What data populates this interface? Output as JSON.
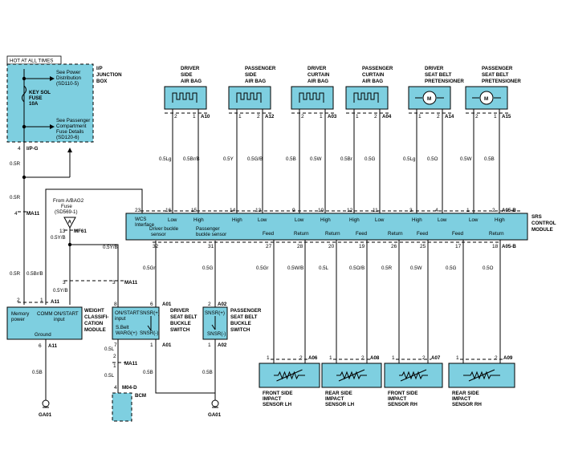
{
  "hot": "HOT AT ALL TIMES",
  "ip_box": {
    "title": [
      "I/P",
      "JUNCTION",
      "BOX"
    ],
    "note1": [
      "See Power",
      "Distribution",
      "(SD110-5)"
    ],
    "fuse": [
      "KEY SOL",
      "FUSE",
      "10A"
    ],
    "note2": [
      "See Passenger",
      "Compartment",
      "Fuse Details",
      "(SD120-6)"
    ],
    "pin": "4",
    "conn": "I/P-G"
  },
  "airbags": [
    {
      "title": [
        "DRIVER",
        "SIDE",
        "AIR BAG"
      ],
      "p1": "2",
      "p2": "1",
      "conn": "A10",
      "wl": "0.5Lg",
      "wr": "0.5Br/B",
      "pl": "16",
      "pr": "15",
      "ll": "Low",
      "lr": "High"
    },
    {
      "title": [
        "PASSENGER",
        "SIDE",
        "AIR BAG"
      ],
      "p1": "1",
      "p2": "2",
      "conn": "A12",
      "wl": "0.5Y",
      "wr": "0.5G/B",
      "pl": "14",
      "pr": "13",
      "ll": "High",
      "lr": "Low"
    },
    {
      "title": [
        "DRIVER",
        "CURTAIN",
        "AIR BAG"
      ],
      "p1": "2",
      "p2": "1",
      "conn": "A03",
      "wl": "0.5B",
      "wr": "0.5W",
      "pl": "9",
      "pr": "10",
      "ll": "Low",
      "lr": "High"
    },
    {
      "title": [
        "PASSENGER",
        "CURTAIN",
        "AIR BAG"
      ],
      "p1": "1",
      "p2": "2",
      "conn": "A04",
      "wl": "0.5Br",
      "wr": "0.5G",
      "pl": "12",
      "pr": "11",
      "ll": "High",
      "lr": "Low"
    },
    {
      "title": [
        "DRIVER",
        "SEAT BELT",
        "PRETENSIONER"
      ],
      "p1": "1",
      "p2": "2",
      "conn": "A14",
      "wl": "0.5Lg",
      "wr": "0.5O",
      "pl": "3",
      "pr": "4",
      "ll": "High",
      "lr": "Low"
    },
    {
      "title": [
        "PASSENGER",
        "SEAT BELT",
        "PRETENSIONER"
      ],
      "p1": "2",
      "p2": "1",
      "conn": "A15",
      "wl": "0.5W",
      "wr": "0.5B",
      "pl": "1",
      "pr": "2",
      "ll": "Low",
      "lr": "High"
    }
  ],
  "motor_symbol": "M",
  "srs": {
    "title": [
      "SRS",
      "CONTROL",
      "MODULE"
    ],
    "wcs": [
      "WCS",
      "Interface"
    ],
    "wcs_pin": "23",
    "top_conn": "A05-B",
    "bottom_conn": "A05-B",
    "drv_buckle": [
      "Driver buckle",
      "sensor"
    ],
    "pass_buckle": [
      "Passenger",
      "buckle sensor"
    ],
    "drv_pin": "32",
    "pass_pin": "31",
    "bottom": [
      {
        "label": "Feed",
        "pin": "27",
        "wire": "0.5Gr"
      },
      {
        "label": "Return",
        "pin": "28",
        "wire": "0.5W/B"
      },
      {
        "label": "Return",
        "pin": "20",
        "wire": "0.5L"
      },
      {
        "label": "Feed",
        "pin": "19",
        "wire": "0.5O/B"
      },
      {
        "label": "Return",
        "pin": "26",
        "wire": "0.5R"
      },
      {
        "label": "Feed",
        "pin": "25",
        "wire": "0.5W"
      },
      {
        "label": "Feed",
        "pin": "17",
        "wire": "0.5G"
      },
      {
        "label": "Return",
        "pin": "18",
        "wire": "0.5O"
      }
    ]
  },
  "sensors": [
    {
      "title": [
        "FRONT SIDE",
        "IMPACT",
        "SENSOR LH"
      ],
      "p1": "1",
      "p2": "2",
      "conn": "A06"
    },
    {
      "title": [
        "REAR SIDE",
        "IMPACT",
        "SENSOR LH"
      ],
      "p1": "1",
      "p2": "2",
      "conn": "A08"
    },
    {
      "title": [
        "FRONT SIDE",
        "IMPACT",
        "SENSOR RH"
      ],
      "p1": "1",
      "p2": "2",
      "conn": "A07"
    },
    {
      "title": [
        "REAR SIDE",
        "IMPACT",
        "SENSOR RH"
      ],
      "p1": "1",
      "p2": "2",
      "conn": "A09"
    }
  ],
  "left": {
    "w_05R_a": "0.5R",
    "w_05R_b": "0.5R",
    "ma11_pin": "4",
    "ma11": "MA11",
    "w_05R_c": "0.5R",
    "w_05Br": "0.5Br/B",
    "from": [
      "From A/BAG2",
      "Fuse",
      "(SD569-1)"
    ],
    "from_arrow": "A",
    "w_05YB_a": "0.5Y/B",
    "mf61_pin": "13",
    "mf61": "MF61",
    "w_05YB_b": "0.5Y/B",
    "w_05YB_c": "0.5Y/B",
    "ma11_b": "MA11",
    "pin3a": "3",
    "pin3b": "3",
    "pin2": "2",
    "pin1": "1",
    "a11_top": "A11"
  },
  "wcm": {
    "title": [
      "WEIGHT",
      "CLASSIFI-",
      "CATION",
      "MODULE"
    ],
    "memory": [
      "Memory",
      "power"
    ],
    "comm": [
      "COMM",
      "ON/START",
      "input"
    ],
    "ground": "Ground",
    "pin": "6",
    "conn": "A11",
    "wire": "0.5B",
    "gnd": "GA01"
  },
  "dsb": {
    "title": [
      "DRIVER",
      "SEAT BELT",
      "BUCKLE",
      "SWITCH"
    ],
    "on": [
      "ON/START",
      "input"
    ],
    "snsrp": "SNSR(+)",
    "sbelt": [
      "S.Belt",
      "WARG(+)"
    ],
    "snsrm": "SNSR(-)",
    "pin8": "8",
    "pin6": "6",
    "pin7": "7",
    "pin1": "1",
    "conn": "A01",
    "conn2": "A01",
    "w_05Gr": "0.5Gr",
    "w_05L": "0.5L",
    "w_05B": "0.5B",
    "ma11": "MA11",
    "ma11_pin2": "2",
    "ma11_pin1": "1",
    "w_05L_b": "0.5L",
    "bcm_pin": "4",
    "bcm_conn": "M04-D",
    "bcm": "BCM"
  },
  "psb": {
    "title": [
      "PASSENGER",
      "SEAT BELT",
      "BUCKLE",
      "SWITCH"
    ],
    "snsrp": "SNSR(+)",
    "snsrm": "SNSR(-)",
    "pin2": "2",
    "pin1": "1",
    "conn": "A02",
    "conn2": "A02",
    "w_05G": "0.5G",
    "w_05B": "0.5B",
    "gnd": "GA01"
  }
}
